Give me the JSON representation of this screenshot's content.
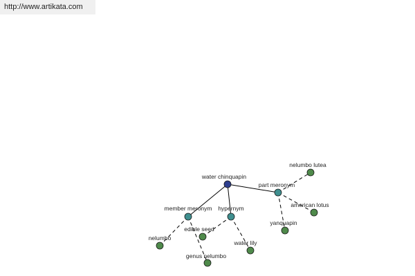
{
  "header": {
    "url": "http://www.artikata.com"
  },
  "graph": {
    "colors": {
      "root": "#2e3f8f",
      "relation": "#3f8f8f",
      "term": "#4f8a4b",
      "edge": "#000000"
    },
    "nodes": [
      {
        "id": "water-chinquapin",
        "label": "water chinquapin",
        "kind": "root"
      },
      {
        "id": "part-meronym",
        "label": "part meronym",
        "kind": "relation"
      },
      {
        "id": "member-meronym",
        "label": "member meronym",
        "kind": "relation"
      },
      {
        "id": "hypernym",
        "label": "hypernym",
        "kind": "relation"
      },
      {
        "id": "nelumbo-lutea",
        "label": "nelumbo lutea",
        "kind": "term"
      },
      {
        "id": "american-lotus",
        "label": "american lotus",
        "kind": "term"
      },
      {
        "id": "yanquapin",
        "label": "yanquapin",
        "kind": "term"
      },
      {
        "id": "edible-seed",
        "label": "edible seed",
        "kind": "term"
      },
      {
        "id": "water-lily",
        "label": "water lily",
        "kind": "term"
      },
      {
        "id": "nelumbo",
        "label": "nelumbo",
        "kind": "term"
      },
      {
        "id": "genus-nelumbo",
        "label": "genus nelumbo",
        "kind": "term"
      }
    ],
    "edges": [
      {
        "from": "water-chinquapin",
        "to": "part-meronym",
        "style": "solid"
      },
      {
        "from": "water-chinquapin",
        "to": "member-meronym",
        "style": "solid"
      },
      {
        "from": "water-chinquapin",
        "to": "hypernym",
        "style": "solid"
      },
      {
        "from": "part-meronym",
        "to": "nelumbo-lutea",
        "style": "dashed"
      },
      {
        "from": "part-meronym",
        "to": "american-lotus",
        "style": "dashed"
      },
      {
        "from": "part-meronym",
        "to": "yanquapin",
        "style": "dashed"
      },
      {
        "from": "hypernym",
        "to": "edible-seed",
        "style": "dashed"
      },
      {
        "from": "hypernym",
        "to": "water-lily",
        "style": "dashed"
      },
      {
        "from": "member-meronym",
        "to": "nelumbo",
        "style": "dashed"
      },
      {
        "from": "member-meronym",
        "to": "genus-nelumbo",
        "style": "dashed"
      }
    ]
  }
}
